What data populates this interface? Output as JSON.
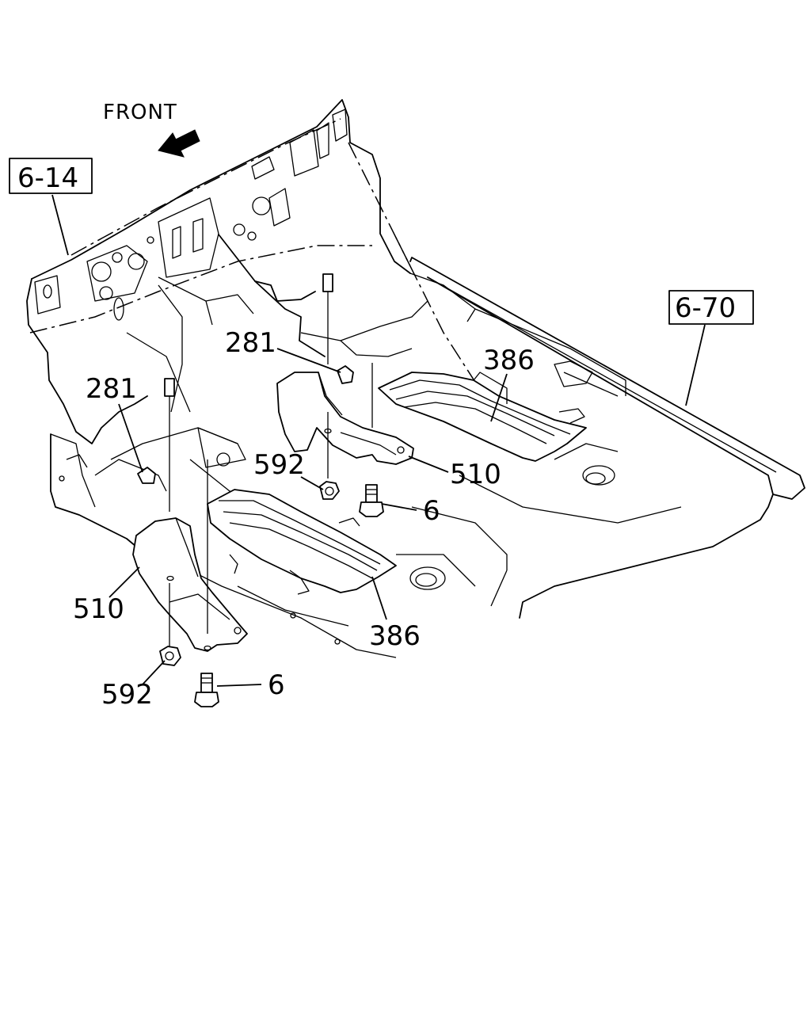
{
  "diagram": {
    "front_label": "FRONT",
    "ref_boxes": [
      {
        "id": "ref-6-14",
        "text": "6-14"
      },
      {
        "id": "ref-6-70",
        "text": "6-70"
      }
    ],
    "callouts": {
      "c281_upper": "281",
      "c281_lower": "281",
      "c386_upper": "386",
      "c386_lower": "386",
      "c510_right": "510",
      "c510_left": "510",
      "c592_upper": "592",
      "c592_lower": "592",
      "c6_upper": "6",
      "c6_lower": "6"
    },
    "icons": {
      "front_arrow": "front-arrow-icon"
    }
  }
}
